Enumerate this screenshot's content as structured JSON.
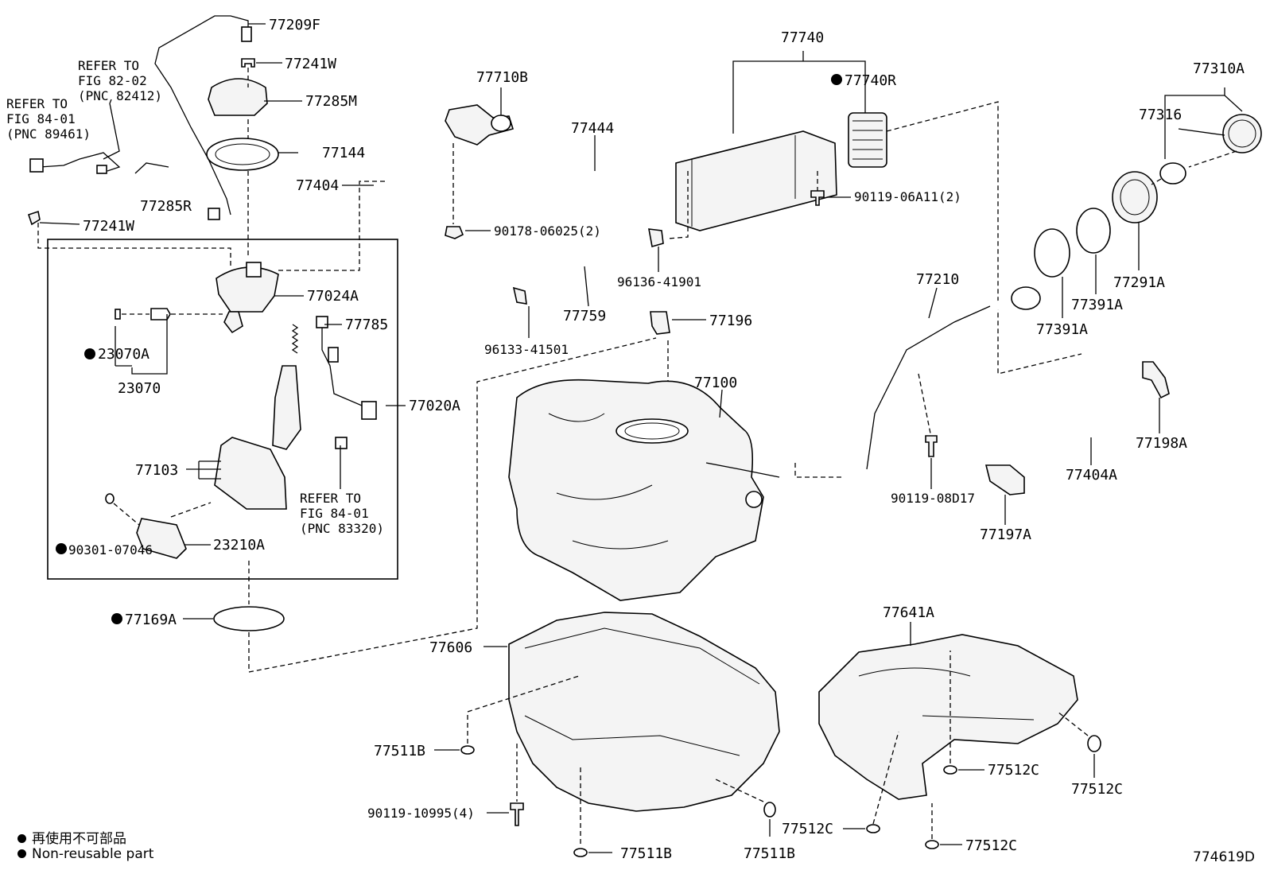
{
  "labels": {
    "p77209F": "77209F",
    "p77241W_top": "77241W",
    "p77285M": "77285M",
    "p77144": "77144",
    "p77404": "77404",
    "p77285R": "77285R",
    "p77241W_left": "77241W",
    "p77024A": "77024A",
    "p77785": "77785",
    "p23070A": "23070A",
    "p23070": "23070",
    "p77020A": "77020A",
    "p77103": "77103",
    "p90301": "90301-07046",
    "p23210A": "23210A",
    "p77169A": "77169A",
    "p77710B": "77710B",
    "p77444": "77444",
    "p90178": "90178-06025(2)",
    "p77740": "77740",
    "p77740R": "77740R",
    "p90119_06A11": "90119-06A11(2)",
    "p96136": "96136-41901",
    "p77759": "77759",
    "p96133": "96133-41501",
    "p77196": "77196",
    "p77100": "77100",
    "p77210": "77210",
    "p77310A": "77310A",
    "p77316": "77316",
    "p77291A": "77291A",
    "p77391A_1": "77391A",
    "p77391A_2": "77391A",
    "p77198A": "77198A",
    "p77404A": "77404A",
    "p90119_08D17": "90119-08D17",
    "p77197A": "77197A",
    "p77606": "77606",
    "p77641A": "77641A",
    "p77511B_1": "77511B",
    "p77511B_2": "77511B",
    "p77511B_3": "77511B",
    "p90119_10995": "90119-10995(4)",
    "p77512C_1": "77512C",
    "p77512C_2": "77512C",
    "p77512C_3": "77512C",
    "p77512C_4": "77512C"
  },
  "refs": {
    "ref1": [
      "REFER TO",
      "FIG 82-02",
      "(PNC 82412)"
    ],
    "ref2": [
      "REFER TO",
      "FIG 84-01",
      "(PNC 89461)"
    ],
    "ref3": [
      "REFER TO",
      "FIG 84-01",
      "(PNC 83320)"
    ]
  },
  "legend": {
    "line1": "再使用不可部品",
    "line2": "Non-reusable part"
  },
  "figure_id": "774619D",
  "colors": {
    "ink": "#000000",
    "paper": "#ffffff"
  }
}
